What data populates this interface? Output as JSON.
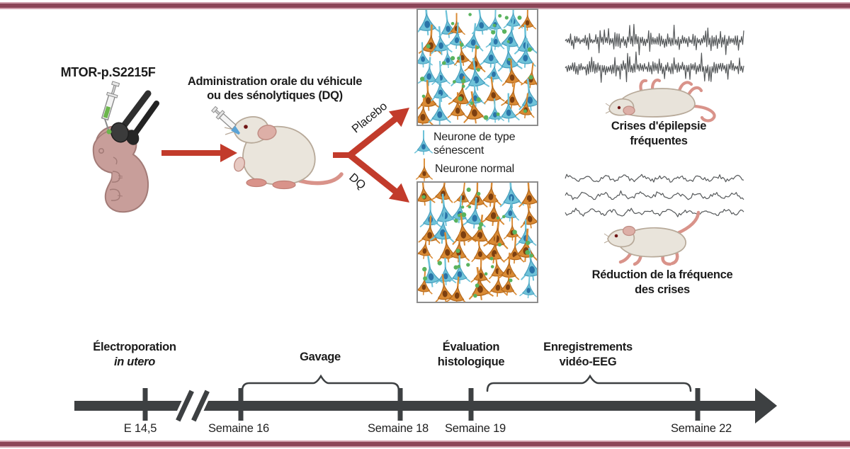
{
  "figure": {
    "embryo_label": "MTOR-p.S2215F",
    "administration": {
      "line1": "Administration orale du véhicule",
      "line2": "ou des sénolytiques (DQ)"
    },
    "branches": {
      "top": "Placebo",
      "bottom": "DQ"
    },
    "legend": {
      "senescent": {
        "line1": "Neurone de type",
        "line2": "sénescent"
      },
      "normal": "Neurone normal"
    },
    "outcomes": {
      "placebo": {
        "line1": "Crises d'épilepsie",
        "line2": "fréquentes"
      },
      "dq": {
        "line1": "Réduction de la fréquence",
        "line2": "des crises"
      }
    }
  },
  "timeline": {
    "events": [
      {
        "line1": "Électroporation",
        "line2": "in utero"
      },
      {
        "line1": "Gavage"
      },
      {
        "line1": "Évaluation",
        "line2": "histologique"
      },
      {
        "line1": "Enregistrements",
        "line2": "vidéo-EEG"
      }
    ],
    "ticks": [
      {
        "label": "E 14,5"
      },
      {
        "label": "Semaine 16"
      },
      {
        "label": "Semaine 18"
      },
      {
        "label": "Semaine 19"
      },
      {
        "label": "Semaine 22"
      }
    ]
  },
  "panels": {
    "placebo": {
      "neurons": 42,
      "senescent_ratio": 0.72,
      "dots": 30
    },
    "dq": {
      "neurons": 42,
      "senescent_ratio": 0.26,
      "dots": 30
    }
  },
  "eeg": {
    "top": {
      "traces": 2,
      "mode": "spiky"
    },
    "bottom": {
      "traces": 3,
      "mode": "calm"
    }
  },
  "style": {
    "accent_bar": "#8c4557",
    "arrow_red": "#c23b2b",
    "timeline_dark": "#3d4042",
    "eeg_stroke": "#55585a",
    "senescent_body": "#6fc3d9",
    "senescent_edge": "#49a0bf",
    "senescent_nucleus": "#2a74a8",
    "normal_body": "#d98a34",
    "normal_edge": "#b2661a",
    "normal_nucleus": "#7c3f10",
    "dot_green": "#5ab35e"
  }
}
